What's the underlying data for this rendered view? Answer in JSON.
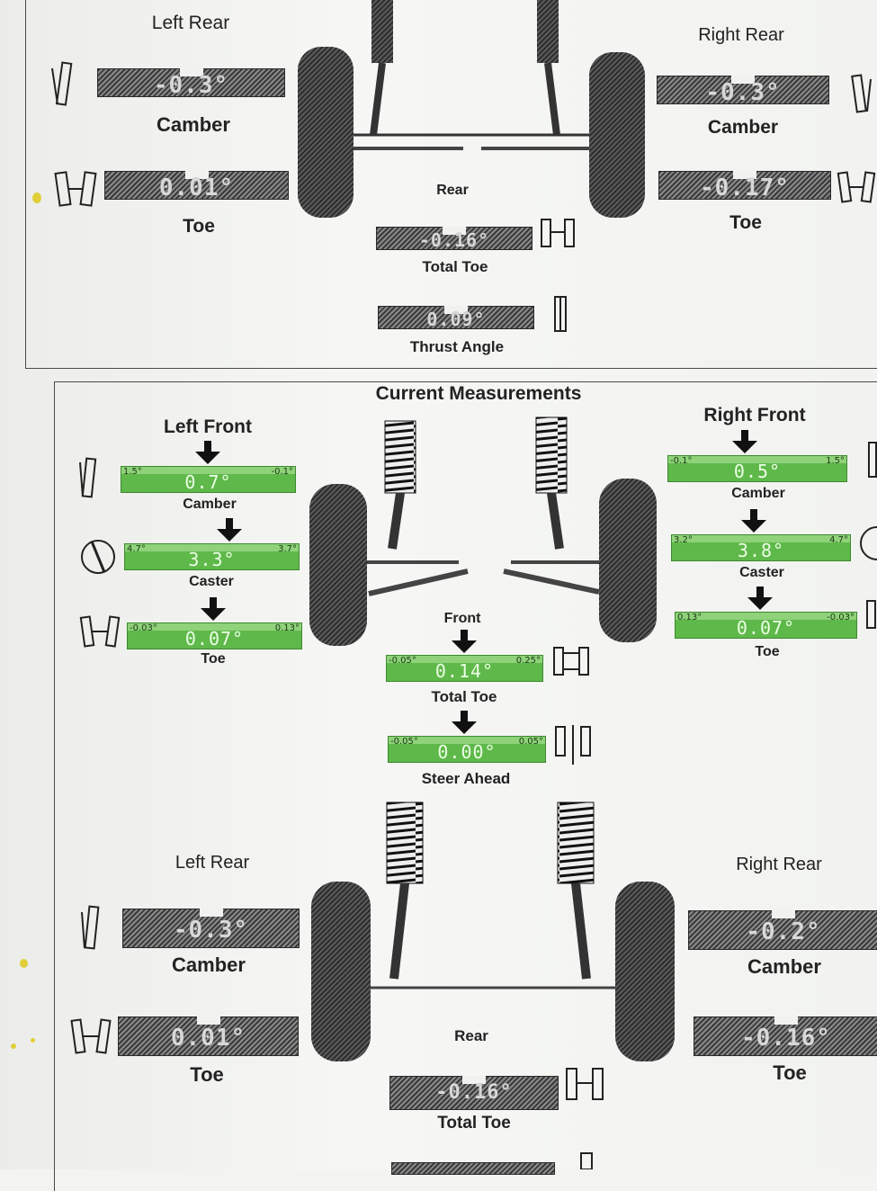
{
  "rear_top": {
    "left_rear": {
      "title": "Left Rear",
      "camber_value": "-0.3°",
      "camber_label": "Camber",
      "toe_value": "0.01°",
      "toe_label": "Toe"
    },
    "right_rear": {
      "title": "Right Rear",
      "camber_value": "-0.3°",
      "camber_label": "Camber",
      "toe_value": "-0.17°",
      "toe_label": "Toe"
    },
    "center": {
      "label": "Rear",
      "total_toe_value": "-0.16°",
      "total_toe_label": "Total Toe",
      "thrust_value": "0.09°",
      "thrust_label": "Thrust Angle"
    }
  },
  "current": {
    "title": "Current Measurements",
    "left_front": {
      "title": "Left Front",
      "camber": {
        "value": "0.7°",
        "lo": "1.5°",
        "hi": "-0.1°",
        "label": "Camber",
        "pointer": 0.5
      },
      "caster": {
        "value": "3.3°",
        "lo": "4.7°",
        "hi": "3.7°",
        "label": "Caster",
        "pointer": 0.6
      },
      "toe": {
        "value": "0.07°",
        "lo": "-0.03°",
        "hi": "0.13°",
        "label": "Toe",
        "pointer": 0.5
      }
    },
    "right_front": {
      "title": "Right Front",
      "camber": {
        "value": "0.5°",
        "lo": "-0.1°",
        "hi": "1.5°",
        "label": "Camber",
        "pointer": 0.45
      },
      "caster": {
        "value": "3.8°",
        "lo": "3.2°",
        "hi": "4.7°",
        "label": "Caster",
        "pointer": 0.45
      },
      "toe": {
        "value": "0.07°",
        "lo": "0.13°",
        "hi": "-0.03°",
        "label": "Toe",
        "pointer": 0.5
      }
    },
    "front": {
      "label": "Front",
      "total_toe": {
        "value": "0.14°",
        "lo": "-0.05°",
        "hi": "0.25°",
        "label": "Total Toe",
        "pointer": 0.5
      },
      "steer_ahead": {
        "value": "0.00°",
        "lo": "-0.05°",
        "hi": "0.05°",
        "label": "Steer Ahead",
        "pointer": 0.5
      }
    },
    "rear": {
      "left_rear": {
        "title": "Left Rear",
        "camber_value": "-0.3°",
        "camber_label": "Camber",
        "toe_value": "0.01°",
        "toe_label": "Toe"
      },
      "right_rear": {
        "title": "Right Rear",
        "camber_value": "-0.2°",
        "camber_label": "Camber",
        "toe_value": "-0.16°",
        "toe_label": "Toe"
      },
      "center": {
        "label": "Rear",
        "total_toe_value": "-0.16°",
        "total_toe_label": "Total Toe"
      }
    }
  },
  "colors": {
    "meter_green": "#5fb84a",
    "bar_gray": "#4a4a4a",
    "paper": "#f3f4f1"
  }
}
